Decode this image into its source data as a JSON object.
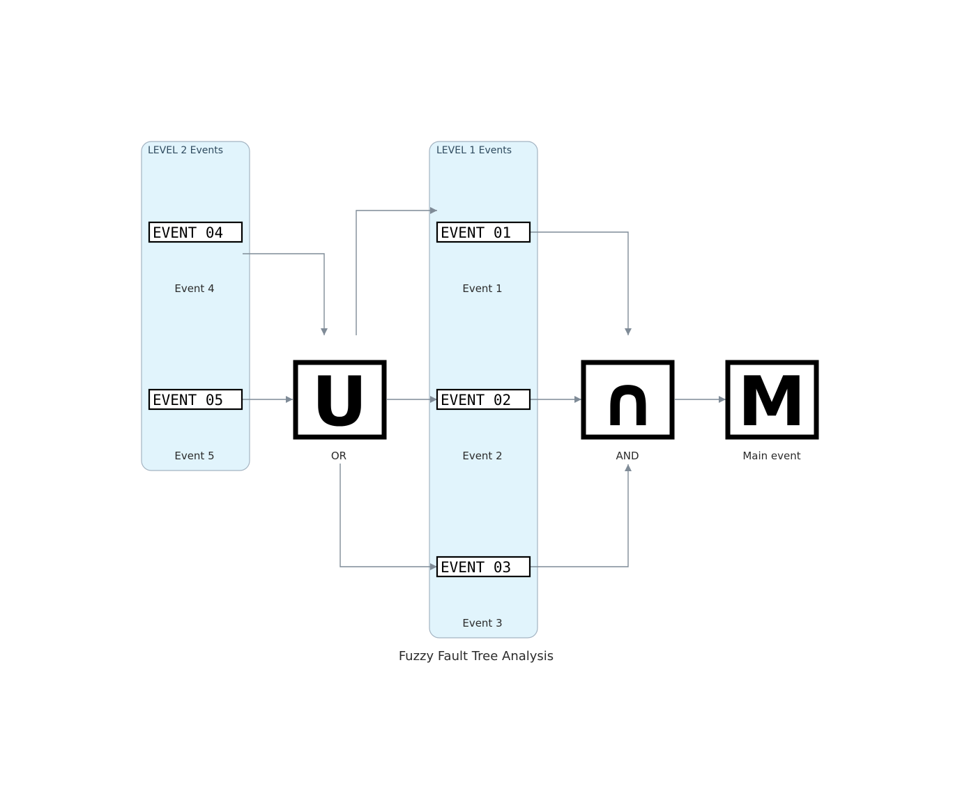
{
  "title": "Fuzzy Fault Tree Analysis",
  "clusters": {
    "level2": {
      "label": "LEVEL 2 Events"
    },
    "level1": {
      "label": "LEVEL 1 Events"
    }
  },
  "events": {
    "e4": {
      "code": "EVENT 04",
      "caption": "Event 4"
    },
    "e5": {
      "code": "EVENT 05",
      "caption": "Event 5"
    },
    "e1": {
      "code": "EVENT 01",
      "caption": "Event 1"
    },
    "e2": {
      "code": "EVENT 02",
      "caption": "Event 2"
    },
    "e3": {
      "code": "EVENT 03",
      "caption": "Event 3"
    }
  },
  "gates": {
    "or": {
      "symbol": "U",
      "caption": "OR"
    },
    "and": {
      "symbol": "∩",
      "caption": "AND"
    },
    "main": {
      "symbol": "M",
      "caption": "Main event"
    }
  },
  "colors": {
    "cluster_fill": "#e1f4fc",
    "cluster_border": "#a4b4c2",
    "edge": "#7f8b97"
  }
}
